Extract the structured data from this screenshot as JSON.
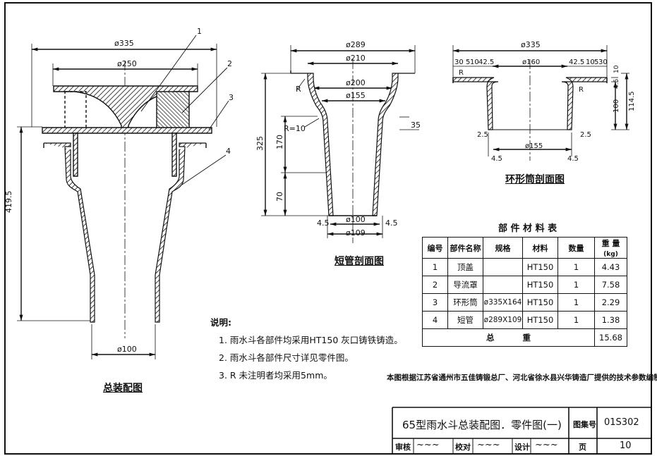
{
  "assembly": {
    "caption": "总装配图",
    "dims": {
      "d335": "ø335",
      "d250": "ø250",
      "d100": "ø100",
      "h4195": "419.5"
    },
    "callouts": [
      "1",
      "2",
      "3",
      "4"
    ]
  },
  "short_pipe": {
    "caption": "短管剖面图",
    "dims": {
      "d289": "ø289",
      "d210": "ø210",
      "d200": "ø200",
      "d155": "ø155",
      "d100": "ø100",
      "d109": "ø109",
      "h325": "325",
      "h170": "170",
      "h70": "70",
      "r10": "R=10",
      "r": "R",
      "w35": "35",
      "w45l": "4.5",
      "w45r": "4.5"
    }
  },
  "ring": {
    "caption": "环形筒剖面图",
    "dims": {
      "d335": "ø335",
      "d160": "ø160",
      "d155": "ø155",
      "a30": "30",
      "a5": "5",
      "a10": "10",
      "a425l": "42.5",
      "a425r": "42.5",
      "a10r": "10",
      "a5r": "5",
      "a30r": "30",
      "v10": "10",
      "v45": "4.5",
      "v100": "100",
      "v1145": "114.5",
      "b25l": "2.5",
      "b25r": "2.5",
      "b45l": "4.5",
      "b45r": "4.5",
      "r": "R",
      "rr": "R"
    }
  },
  "parts_table": {
    "title": "部 件 材 料 表",
    "headers": [
      "编号",
      "部件名称",
      "规格",
      "材料",
      "数量",
      "重 量",
      "(kg)"
    ],
    "rows": [
      [
        "1",
        "顶盖",
        "",
        "HT150",
        "1",
        "4.43"
      ],
      [
        "2",
        "导流罩",
        "",
        "HT150",
        "1",
        "7.58"
      ],
      [
        "3",
        "环形筒",
        "ø335X164",
        "HT150",
        "1",
        "2.29"
      ],
      [
        "4",
        "短管",
        "ø289X109",
        "HT150",
        "1",
        "1.38"
      ]
    ],
    "total_label": "总          重",
    "total_value": "15.68"
  },
  "notes": {
    "heading": "说明:",
    "items": [
      "1. 雨水斗各部件均采用HT150 灰口铸铁铸造。",
      "2. 雨水斗各部件尺寸详见零件图。",
      "3. R 未注明者均采用5mm。"
    ]
  },
  "source_note": "本图根据江苏省通州市五佳铸锻总厂、河北省徐水县兴华铸造厂提供的技术参数编制。",
  "title_block": {
    "title": "65型雨水斗总装配图．零件图(一)",
    "atlas_label": "图集号",
    "atlas_no": "01S302",
    "review_label": "审核",
    "check_label": "校对",
    "design_label": "设计",
    "page_label": "页",
    "page_no": "10"
  }
}
